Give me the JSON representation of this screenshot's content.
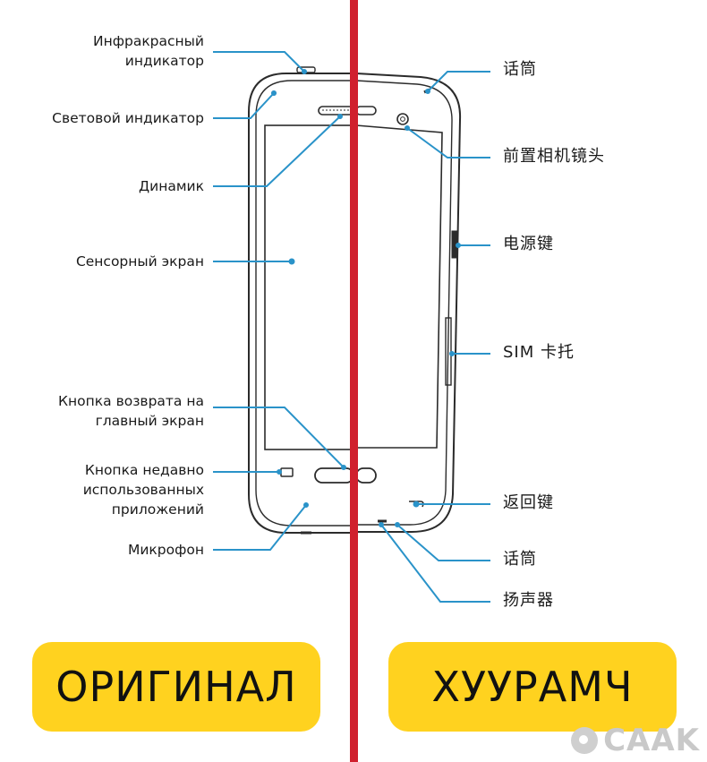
{
  "left_labels": [
    {
      "id": "ir",
      "lines": [
        "Инфракрасный",
        "индикатор"
      ]
    },
    {
      "id": "led",
      "lines": [
        "Световой индикатор"
      ]
    },
    {
      "id": "speaker",
      "lines": [
        "Динамик"
      ]
    },
    {
      "id": "touch",
      "lines": [
        "Сенсорный экран"
      ]
    },
    {
      "id": "home",
      "lines": [
        "Кнопка возврата на",
        "главный экран"
      ]
    },
    {
      "id": "recent",
      "lines": [
        "Кнопка недавно",
        "использованных",
        "приложений"
      ]
    },
    {
      "id": "mic",
      "lines": [
        "Микрофон"
      ]
    }
  ],
  "right_labels": [
    {
      "id": "mic_top",
      "text": "话筒"
    },
    {
      "id": "front_cam",
      "text": "前置相机镜头"
    },
    {
      "id": "power",
      "text": "电源键"
    },
    {
      "id": "sim",
      "text": "SIM 卡托"
    },
    {
      "id": "back",
      "text": "返回键"
    },
    {
      "id": "mic_bottom",
      "text": "话筒"
    },
    {
      "id": "loudspeaker",
      "text": "扬声器"
    }
  ],
  "badges": {
    "left": "ОРИГИНАЛ",
    "right": "ХУУРАМЧ"
  },
  "watermark": "CAAK",
  "colors": {
    "leader_line": "#2a93c9",
    "divider": "#d0202e",
    "badge": "#ffd21f",
    "phone_outline": "#2b2b2b"
  }
}
